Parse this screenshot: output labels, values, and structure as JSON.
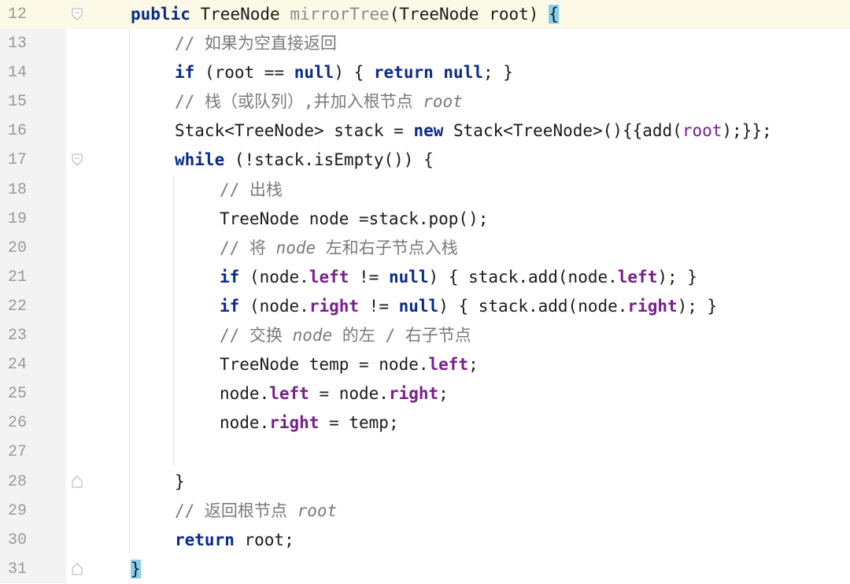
{
  "line_numbers": [
    "12",
    "13",
    "14",
    "15",
    "16",
    "17",
    "18",
    "19",
    "20",
    "21",
    "22",
    "23",
    "24",
    "25",
    "26",
    "27",
    "28",
    "29",
    "30",
    "31"
  ],
  "code": {
    "l12": {
      "kw": "public",
      "type": "TreeNode",
      "method": "mirrorTree",
      "params": "(TreeNode root) ",
      "brace": "{"
    },
    "l13": {
      "comment": "// 如果为空直接返回"
    },
    "l14": {
      "kw_if": "if",
      "cond1": " (root == ",
      "kw_null": "null",
      "mid": ") { ",
      "kw_return": "return",
      "sp": " ",
      "kw_null2": "null",
      "end": "; }"
    },
    "l15": {
      "comment": "// 栈（或队列）,并加入根节点 ",
      "comment_it": "root"
    },
    "l16": {
      "a": "Stack<TreeNode> stack = ",
      "kw_new": "new",
      "b": " Stack<TreeNode>(){{add(",
      "var": "root",
      "c": ");}};"
    },
    "l17": {
      "kw_while": "while",
      "rest": " (!stack.isEmpty()) {"
    },
    "l18": {
      "comment": "// 出栈"
    },
    "l19": {
      "text": "TreeNode node =stack.pop();"
    },
    "l20": {
      "c1": "// 将 ",
      "c_it": "node",
      "c2": " 左和右子节点入栈"
    },
    "l21": {
      "kw_if": "if",
      "a": " (node.",
      "fld": "left",
      "b": " != ",
      "kw_null": "null",
      "c": ") { stack.add(node.",
      "fld2": "left",
      "d": "); }"
    },
    "l22": {
      "kw_if": "if",
      "a": " (node.",
      "fld": "right",
      "b": " != ",
      "kw_null": "null",
      "c": ") { stack.add(node.",
      "fld2": "right",
      "d": "); }"
    },
    "l23": {
      "c1": "// 交换 ",
      "c_it": "node",
      "c2": " 的左 / 右子节点"
    },
    "l24": {
      "a": "TreeNode temp = node.",
      "fld": "left",
      "b": ";"
    },
    "l25": {
      "a": "node.",
      "fld": "left",
      "b": " = node.",
      "fld2": "right",
      "c": ";"
    },
    "l26": {
      "a": "node.",
      "fld": "right",
      "b": " = temp;"
    },
    "l28": {
      "text": "}"
    },
    "l29": {
      "c1": "// 返回根节点 ",
      "c_it": "root"
    },
    "l30": {
      "kw_return": "return",
      "rest": " root;"
    },
    "l31": {
      "brace": "}"
    }
  },
  "colors": {
    "keyword": "#0a2b8a",
    "field": "#7a1e8f",
    "comment": "#7a7a7a",
    "current_line": "#fcfae6",
    "brace_highlight": "#86cdf0"
  }
}
